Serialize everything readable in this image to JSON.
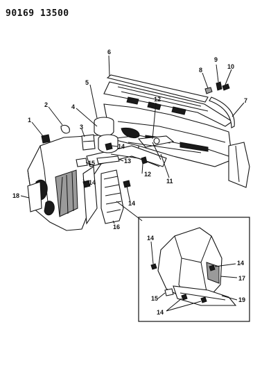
{
  "header": {
    "code": "90169 13500"
  },
  "callouts": {
    "c1": "1",
    "c2": "2",
    "c3": "3",
    "c4": "4",
    "c5": "5",
    "c6": "6",
    "c7": "7",
    "c8": "8",
    "c9": "9",
    "c10": "10",
    "c11": "11",
    "c12a": "12",
    "c12b": "12",
    "c13": "13",
    "c14a": "14",
    "c14b": "14",
    "c14c": "14",
    "c15": "15",
    "c16": "16",
    "c18": "18",
    "d14a": "14",
    "d14b": "14",
    "d14c": "14",
    "d15": "15",
    "d17": "17",
    "d19": "19"
  }
}
